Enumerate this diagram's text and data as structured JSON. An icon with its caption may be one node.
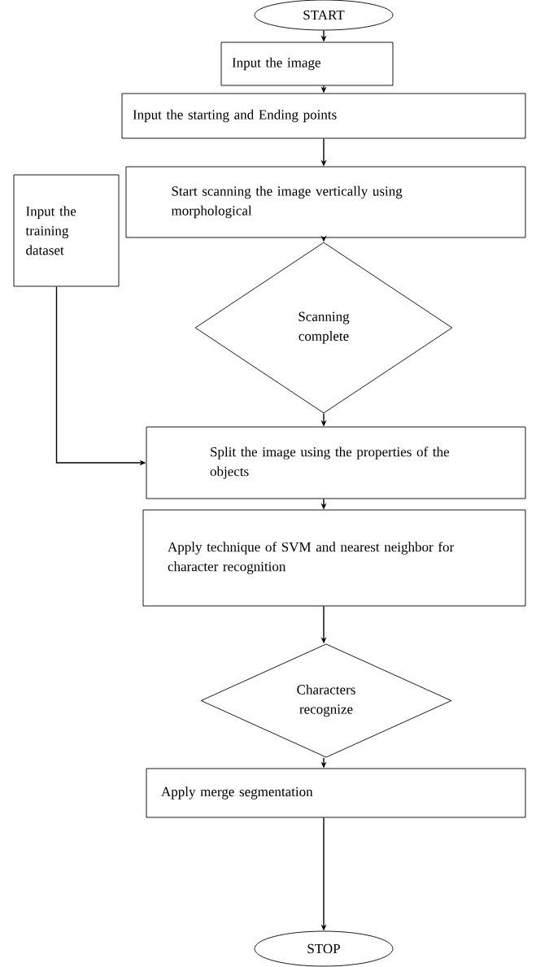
{
  "diagram": {
    "nodes": [
      {
        "text": [
          "START"
        ]
      },
      {
        "text": [
          "Input the image"
        ]
      },
      {
        "text": [
          "Input the starting and Ending points"
        ]
      },
      {
        "text": [
          "Start scanning the image vertically using morphological"
        ]
      },
      {
        "text": [
          "Scanning complete"
        ]
      },
      {
        "text": [
          "Input the training dataset"
        ]
      },
      {
        "text": [
          "Split the image using the properties of the objects"
        ]
      },
      {
        "text": [
          "Apply technique of SVM and nearest neighbor for character recognition"
        ]
      },
      {
        "text": [
          "Characters recognize"
        ]
      },
      {
        "text": [
          "Apply merge segmentation"
        ]
      },
      {
        "text": [
          "STOP"
        ]
      }
    ],
    "edges": [
      {
        "from": 0,
        "to": 1,
        "arrow": "to"
      },
      {
        "from": 1,
        "to": 2,
        "arrow": "to"
      },
      {
        "from": 2,
        "to": 3,
        "arrow": "to"
      },
      {
        "from": 3,
        "to": 4,
        "arrow": "to"
      },
      {
        "from": 4,
        "to": 6,
        "arrow": "to"
      },
      {
        "from": 5,
        "to": 6,
        "arrow": "to"
      },
      {
        "from": 6,
        "to": 7,
        "arrow": "to"
      },
      {
        "from": 7,
        "to": 8,
        "arrow": "to"
      },
      {
        "from": 8,
        "to": 9,
        "arrow": "to"
      },
      {
        "from": 9,
        "to": 10,
        "arrow": "to"
      }
    ]
  }
}
